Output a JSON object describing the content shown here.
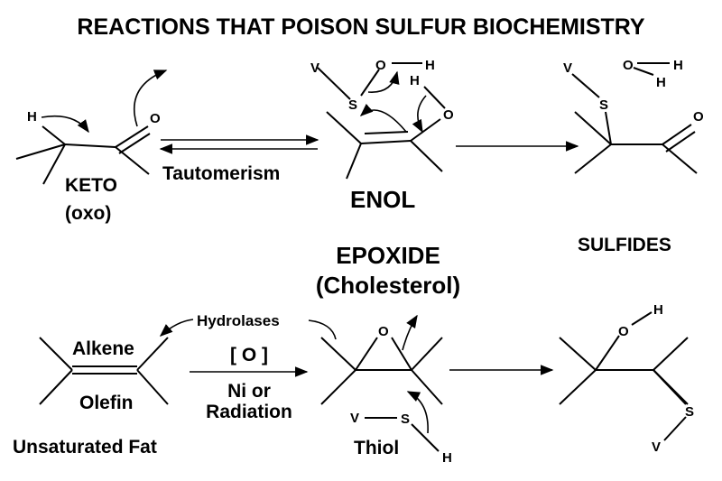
{
  "title": "REACTIONS THAT POISON SULFUR BIOCHEMISTRY",
  "top_row": {
    "keto_label": "KETO",
    "oxo_label": "(oxo)",
    "tautomerism_label": "Tautomerism",
    "enol_label": "ENOL",
    "sulfides_label": "SULFIDES"
  },
  "bottom_row": {
    "epoxide_label": "EPOXIDE",
    "cholesterol_label": "(Cholesterol)",
    "hydrolases_label": "Hydrolases",
    "oxidant_label": "[ O ]",
    "catalyst_label_1": "Ni or",
    "catalyst_label_2": "Radiation",
    "alkene_label": "Alkene",
    "olefin_label": "Olefin",
    "unsaturated_fat_label": "Unsaturated Fat",
    "thiol_label": "Thiol"
  },
  "atoms": {
    "H": "H",
    "O": "O",
    "S": "S",
    "V": "V"
  }
}
